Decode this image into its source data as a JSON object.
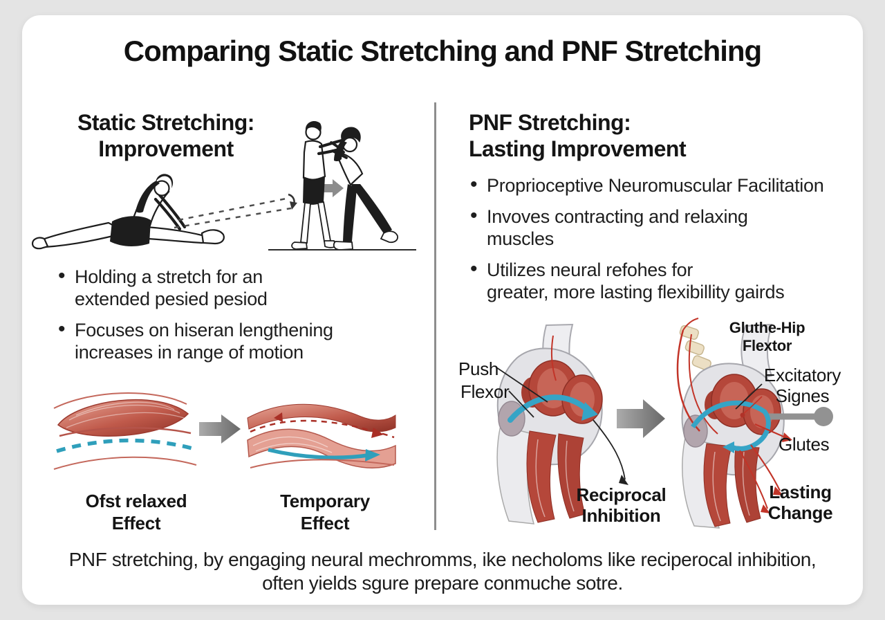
{
  "title": "Comparing Static Stretching and PNF Stretching",
  "colors": {
    "background": "#e4e4e4",
    "card": "#ffffff",
    "text": "#1a1a1a",
    "divider": "#8d8d8d",
    "muscle_red": "#b5473a",
    "muscle_light": "#e4a093",
    "teal_accent": "#2f9fbb",
    "nerve_red": "#c23428",
    "arrow_gray": "#8c8c8c",
    "bone_gray": "#e3e3e7",
    "spine_beige": "#ecdfc4"
  },
  "left_panel": {
    "heading": "Static Stretching:\nImprovement",
    "bullets": [
      "Holding a stretch for an\nextended pesied pesiod",
      "Focuses on hiseran lengthening\nincreases in range of motion"
    ],
    "figure_labels": {
      "before": "Ofst relaxed\nEffect",
      "after": "Temporary\nEffect"
    }
  },
  "right_panel": {
    "heading": "PNF Stretching:\nLasting Improvement",
    "bullets": [
      "Proprioceptive Neuromuscular Facilitation",
      "Invoves contracting and relaxing\nmuscles",
      "Utilizes neural refohes for\ngreater, more lasting flexibillity gairds"
    ],
    "diagram_labels": {
      "title": "Gluthe-Hip Flextor",
      "push": "Push",
      "flexor": "Flexor",
      "reciprocal_inhibition": "Reciprocal\nInhibition",
      "excitatory_signals": "Excitatory\nSignes",
      "glutes": "Glutes",
      "lasting_change": "Lasting\nChange"
    }
  },
  "caption": "PNF stretching, by engaging neural mechromms, ike necholoms like reciperocal inhibition,\noften yields sgure prepare conmuche sotre."
}
